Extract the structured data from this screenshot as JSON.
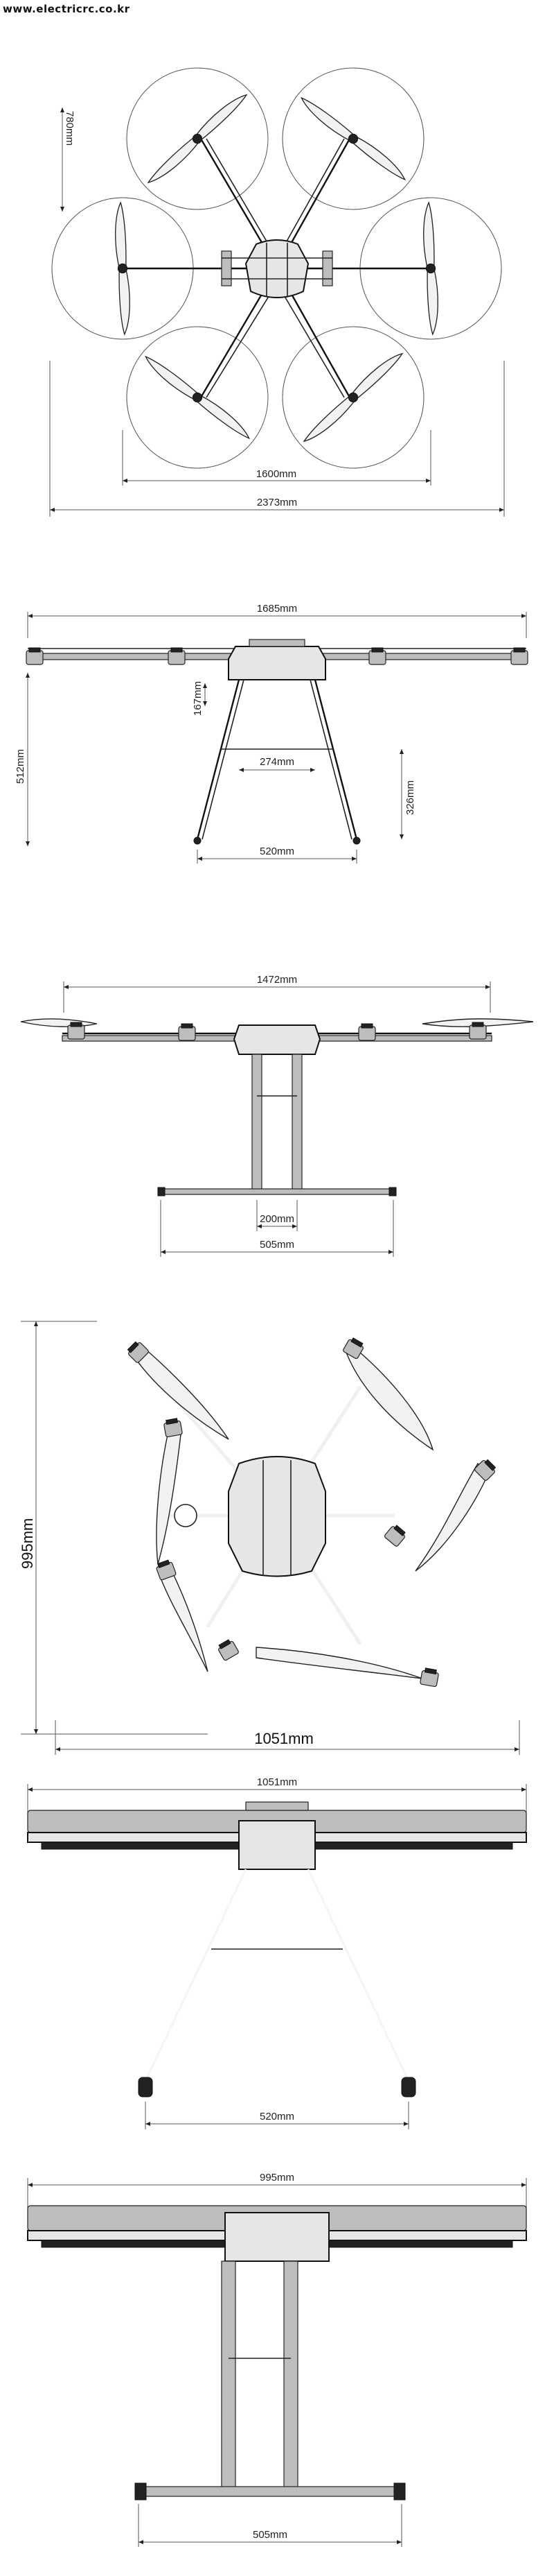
{
  "watermark": "www.electricrc.co.kr",
  "views": {
    "top_unfolded": {
      "rotor_diameter": "780mm",
      "span_motors": "1600mm",
      "span_overall": "2373mm"
    },
    "front_unfolded": {
      "span": "1685mm",
      "height": "512mm",
      "body_height": "167mm",
      "gear_inner": "274mm",
      "gear_height": "326mm",
      "gear_base": "520mm"
    },
    "side_unfolded": {
      "span": "1472mm",
      "skid_inner": "200mm",
      "skid_outer": "505mm"
    },
    "top_folded": {
      "height": "995mm",
      "width": "1051mm"
    },
    "front_folded": {
      "width": "1051mm",
      "gear_base": "520mm"
    },
    "side_folded": {
      "width": "995mm",
      "skid": "505mm"
    }
  }
}
